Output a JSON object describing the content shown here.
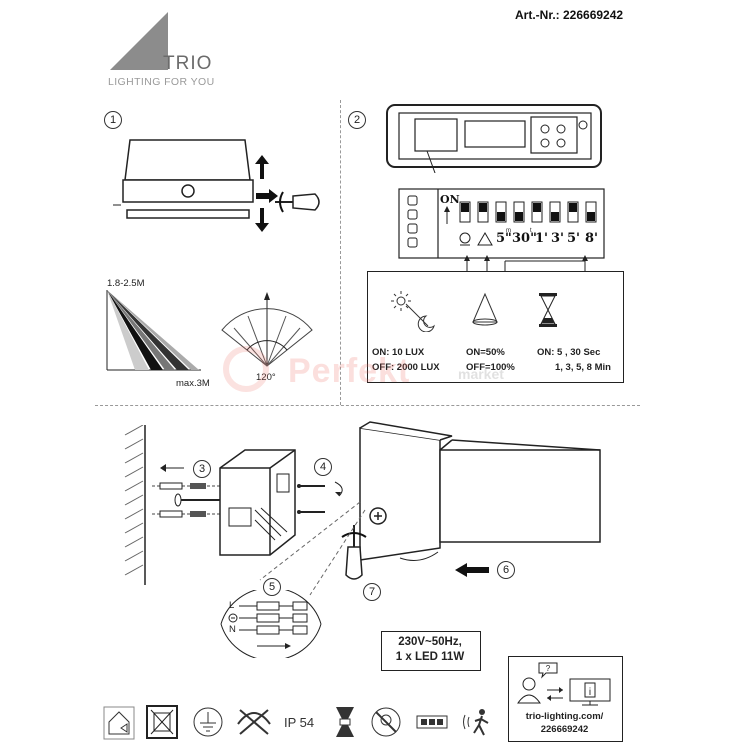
{
  "header": {
    "art_nr": "Art.-Nr.: 226669242",
    "brand": "TRIO",
    "tagline": "LIGHTING FOR YOU"
  },
  "steps": [
    "1",
    "2",
    "3",
    "4",
    "5",
    "6",
    "7"
  ],
  "dip_panel": {
    "on_label": "ON",
    "time_marks": [
      "5\"",
      "30\"",
      "1'",
      "3'",
      "5'",
      "8'"
    ],
    "time_superscripts": [
      "m",
      "t"
    ]
  },
  "sensor": {
    "height_range": "1.8-2.5M",
    "max_distance": "max.3M",
    "detection_angle": "120°"
  },
  "settings": {
    "lux_on": "ON: 10 LUX",
    "lux_off": "OFF: 2000 LUX",
    "range_on": "ON=50%",
    "range_off": "OFF=100%",
    "time_on": "ON: 5 , 30 Sec",
    "time_off": "1, 3, 5, 8 Min"
  },
  "wiring": {
    "live": "L",
    "neutral": "N"
  },
  "specs": {
    "voltage": "230V~50Hz,",
    "led": "1 x LED 11W"
  },
  "website": {
    "url": "trio-lighting.com/",
    "article": "226669242"
  },
  "footer": {
    "ip_rating": "IP 54"
  },
  "watermark": {
    "main": "Perfekt",
    "sub": "market"
  },
  "icons": {
    "brand_logo": "triangle-logo-icon",
    "sun": "sun-icon",
    "moon": "moon-icon",
    "cone": "detection-cone-icon",
    "hourglass": "hourglass-icon",
    "question": "question-bubble-icon",
    "info": "info-monitor-icon",
    "exchange": "exchange-arrows-icon"
  },
  "colors": {
    "line": "#222222",
    "dash": "#999999",
    "logo_gray": "#8c8c8c"
  }
}
